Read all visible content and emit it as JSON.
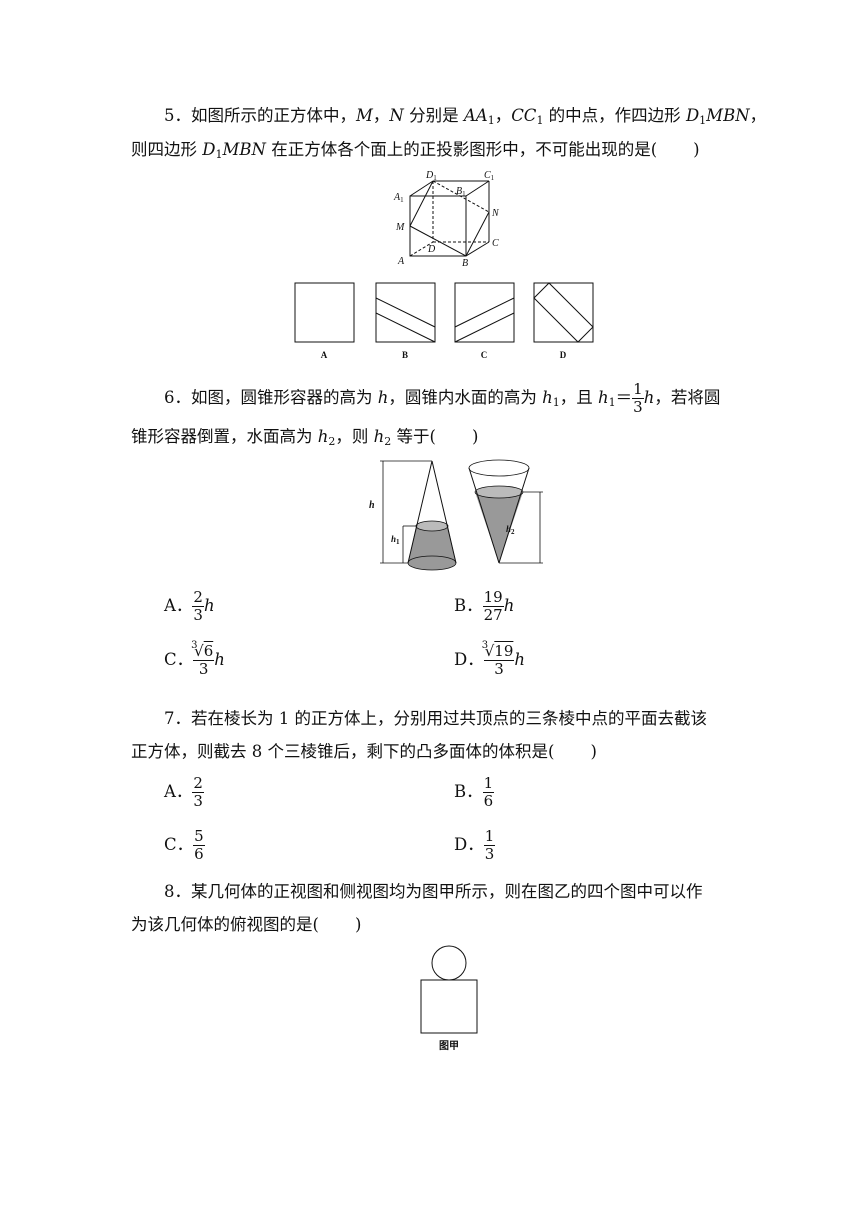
{
  "q5": {
    "number": "5．",
    "text_a": "如图所示的正方体中，",
    "M": "M",
    "N": "N",
    "text_b": "，",
    "text_c": " 分别是 ",
    "AA1": "AA",
    "sub1": "1",
    "text_d": "，",
    "CC1": "CC",
    "sub2": "1",
    "text_e": " 的中点，作四边形 ",
    "D1MBN_D": "D",
    "D1MBN_sub": "1",
    "D1MBN_rest": "MBN",
    "text_f": "，",
    "line2_a": "则四边形 ",
    "line2_D": "D",
    "line2_sub": "1",
    "line2_rest": "MBN",
    "line2_b": " 在正方体各个面上的正投影图形中，不可能出现的是(",
    "line2_c": ")",
    "cube_labels": [
      "D1",
      "B1",
      "C1",
      "A1",
      "N",
      "M",
      "D",
      "C",
      "A",
      "B"
    ],
    "option_labels": [
      "A",
      "B",
      "C",
      "D"
    ]
  },
  "q6": {
    "number": "6．",
    "text_a": "如图，圆锥形容器的高为 ",
    "h": "h",
    "text_b": "，圆锥内水面的高为 ",
    "h1": "h",
    "h1_sub": "1",
    "text_c": "，且 ",
    "eq_h1": "h",
    "eq_h1_sub": "1",
    "eq": "＝",
    "frac_num": "1",
    "frac_den": "3",
    "eq_h": "h",
    "text_d": "，若将圆",
    "line2_a": "锥形容器倒置，水面高为 ",
    "h2": "h",
    "h2_sub": "2",
    "line2_b": "，则 ",
    "h2b": "h",
    "h2b_sub": "2",
    "line2_c": " 等于(",
    "line2_d": ")",
    "fig_labels": [
      "h",
      "h1",
      "h2"
    ],
    "options": [
      {
        "label": "A．",
        "num": "2",
        "den": "3",
        "var": "h"
      },
      {
        "label": "B．",
        "num": "19",
        "den": "27",
        "var": "h"
      },
      {
        "label": "C．",
        "root_index": "3",
        "radicand": "6",
        "den": "3",
        "var": "h"
      },
      {
        "label": "D．",
        "root_index": "3",
        "radicand": "19",
        "den": "3",
        "var": "h"
      }
    ]
  },
  "q7": {
    "number": "7．",
    "line1": "若在棱长为 1 的正方体上，分别用过共顶点的三条棱中点的平面去截该",
    "line2_a": "正方体，则截去 8 个三棱锥后，剩下的凸多面体的体积是(",
    "line2_b": ")",
    "options": [
      {
        "label": "A．",
        "num": "2",
        "den": "3"
      },
      {
        "label": "B．",
        "num": "1",
        "den": "6"
      },
      {
        "label": "C．",
        "num": "5",
        "den": "6"
      },
      {
        "label": "D．",
        "num": "1",
        "den": "3"
      }
    ]
  },
  "q8": {
    "number": "8．",
    "line1": "某几何体的正视图和侧视图均为图甲所示，则在图乙的四个图中可以作",
    "line2_a": "为该几何体的俯视图的是(",
    "line2_b": ")",
    "fig_caption": "图甲"
  }
}
